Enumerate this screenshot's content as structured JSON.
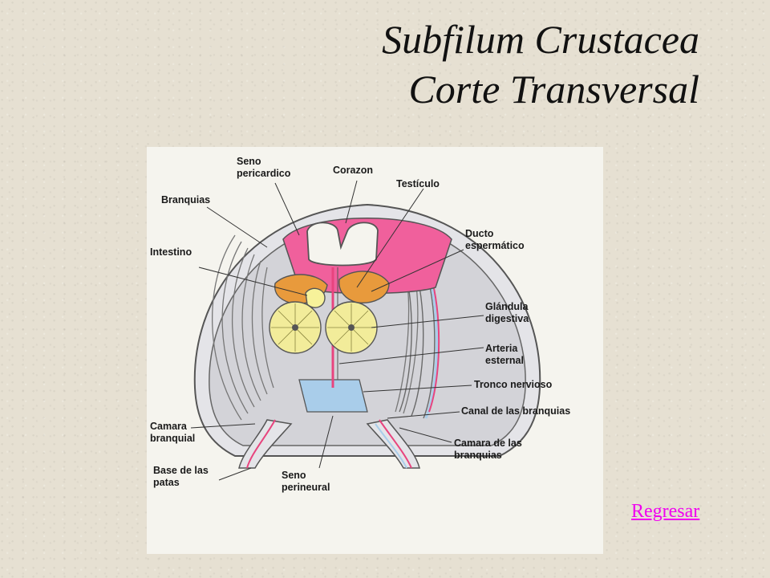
{
  "title": {
    "line1": "Subfilum Crustacea",
    "line2": "Corte Transversal"
  },
  "labels": {
    "seno_pericardico_1": "Seno",
    "seno_pericardico_2": "pericardico",
    "corazon": "Corazon",
    "testiculo": "Testículo",
    "branquias": "Branquias",
    "intestino": "Intestino",
    "ducto_1": "Ducto",
    "ducto_2": "espermático",
    "glandula_1": "Glándula",
    "glandula_2": "digestiva",
    "arteria_1": "Arteria",
    "arteria_2": "esternal",
    "tronco": "Tronco nervioso",
    "canal": "Canal de las branquias",
    "camara_branquial_1": "Camara",
    "camara_branquial_2": "branquial",
    "camara_de_las_1": "Camara de las",
    "camara_de_las_2": "branquias",
    "base_1": "Base de las",
    "base_2": "patas",
    "seno_perineural_1": "Seno",
    "seno_perineural_2": "perineural"
  },
  "nav": {
    "back_label": "Regresar"
  },
  "colors": {
    "pericardial_sinus": "#f0609c",
    "vessels": "#e8447e",
    "nerve_canal": "#a9cdea",
    "gland": "#f2ec9a",
    "testis": "#e89a3c",
    "outline": "#555555",
    "shell": "#d3d3d8",
    "link": "#f000f0"
  }
}
